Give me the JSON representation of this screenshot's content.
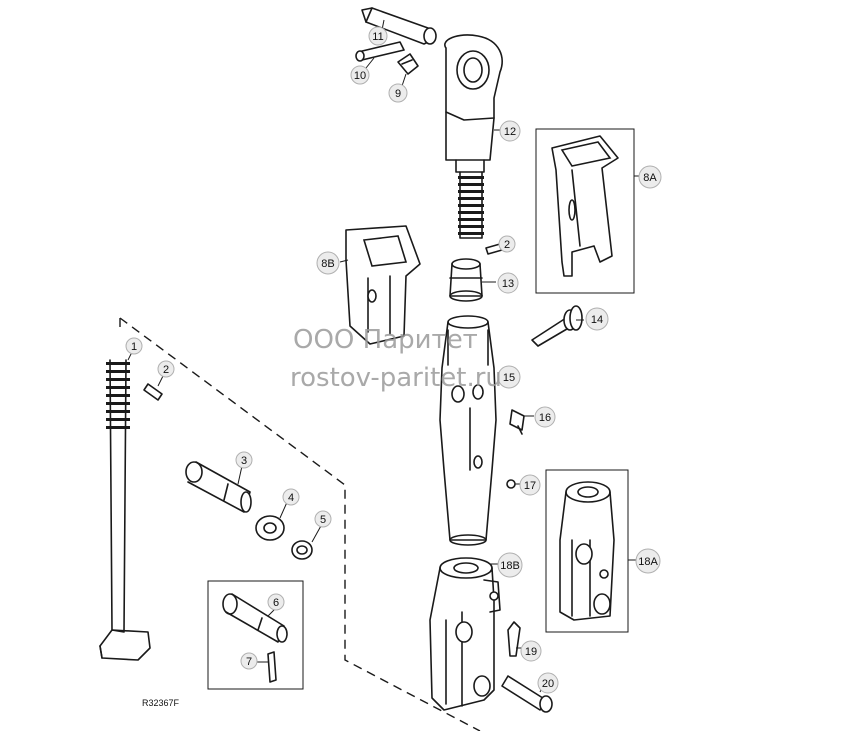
{
  "figure_code": "R32367F",
  "watermark": {
    "line1": "ООО Паритет",
    "line2": "rostov-paritet.ru"
  },
  "callouts": {
    "c1": "1",
    "c2a": "2",
    "c2b": "2",
    "c3": "3",
    "c4": "4",
    "c5": "5",
    "c6": "6",
    "c7": "7",
    "c8a": "8A",
    "c8b": "8B",
    "c9": "9",
    "c10": "10",
    "c11": "11",
    "c12": "12",
    "c13": "13",
    "c14": "14",
    "c15": "15",
    "c16": "16",
    "c17": "17",
    "c18a": "18A",
    "c18b": "18B",
    "c19": "19",
    "c20": "20"
  }
}
